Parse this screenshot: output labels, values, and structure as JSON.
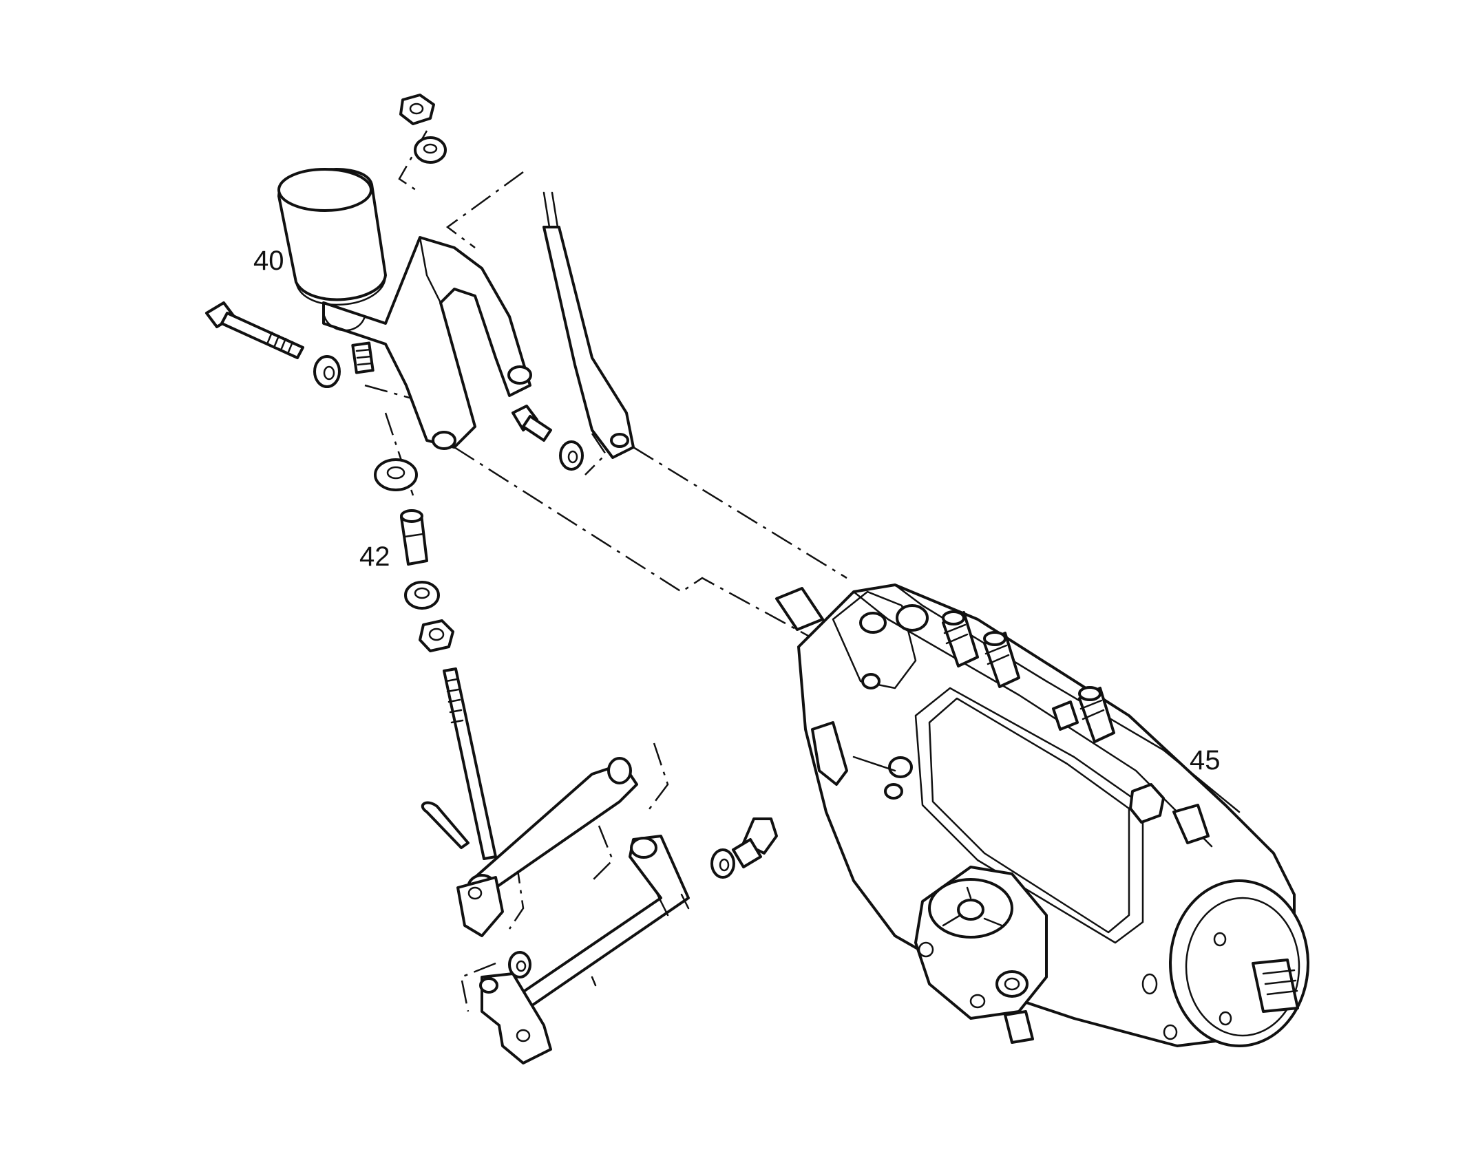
{
  "callouts": {
    "actuator": "40",
    "coupling": "42",
    "injection_pump": "45"
  },
  "colors": {
    "ink": "#111111",
    "paper": "#ffffff"
  }
}
